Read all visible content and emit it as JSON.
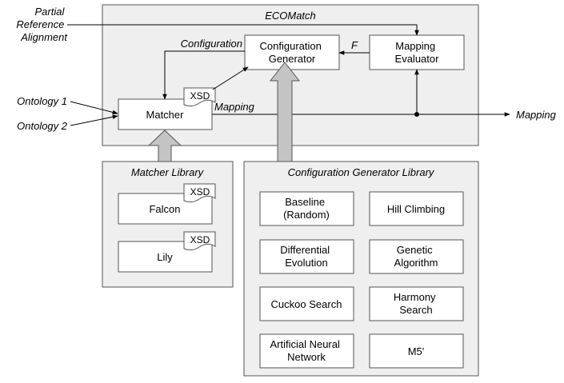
{
  "inputs": {
    "partial_reference_alignment": [
      "Partial",
      "Reference",
      "Alignment"
    ],
    "ontology_1": "Ontology 1",
    "ontology_2": "Ontology 2"
  },
  "ecomatch": {
    "title": "ECOMatch",
    "configuration_generator": [
      "Configuration",
      "Generator"
    ],
    "mapping_evaluator": [
      "Mapping",
      "Evaluator"
    ],
    "matcher": "Matcher",
    "xsd_tag": "XSD",
    "configuration_label": "Configuration",
    "f_label": "F",
    "mapping_label": "Mapping"
  },
  "output": {
    "mapping": "Mapping"
  },
  "matcher_library": {
    "title": "Matcher Library",
    "items": [
      {
        "label": "Falcon",
        "tag": "XSD"
      },
      {
        "label": "Lily",
        "tag": "XSD"
      }
    ]
  },
  "config_generator_library": {
    "title": "Configuration Generator Library",
    "items": [
      {
        "lines": [
          "Baseline",
          "(Random)"
        ]
      },
      {
        "lines": [
          "Hill Climbing"
        ]
      },
      {
        "lines": [
          "Differential",
          "Evolution"
        ]
      },
      {
        "lines": [
          "Genetic",
          "Algorithm"
        ]
      },
      {
        "lines": [
          "Cuckoo Search"
        ]
      },
      {
        "lines": [
          "Harmony",
          "Search"
        ]
      },
      {
        "lines": [
          "Artificial Neural",
          "Network"
        ]
      },
      {
        "lines": [
          "M5'"
        ]
      }
    ]
  },
  "colors": {
    "panel_fill": "#efefef",
    "box_fill": "#ffffff",
    "stroke": "#555555",
    "big_arrow_fill": "#c4c4c4",
    "line": "#000000"
  }
}
